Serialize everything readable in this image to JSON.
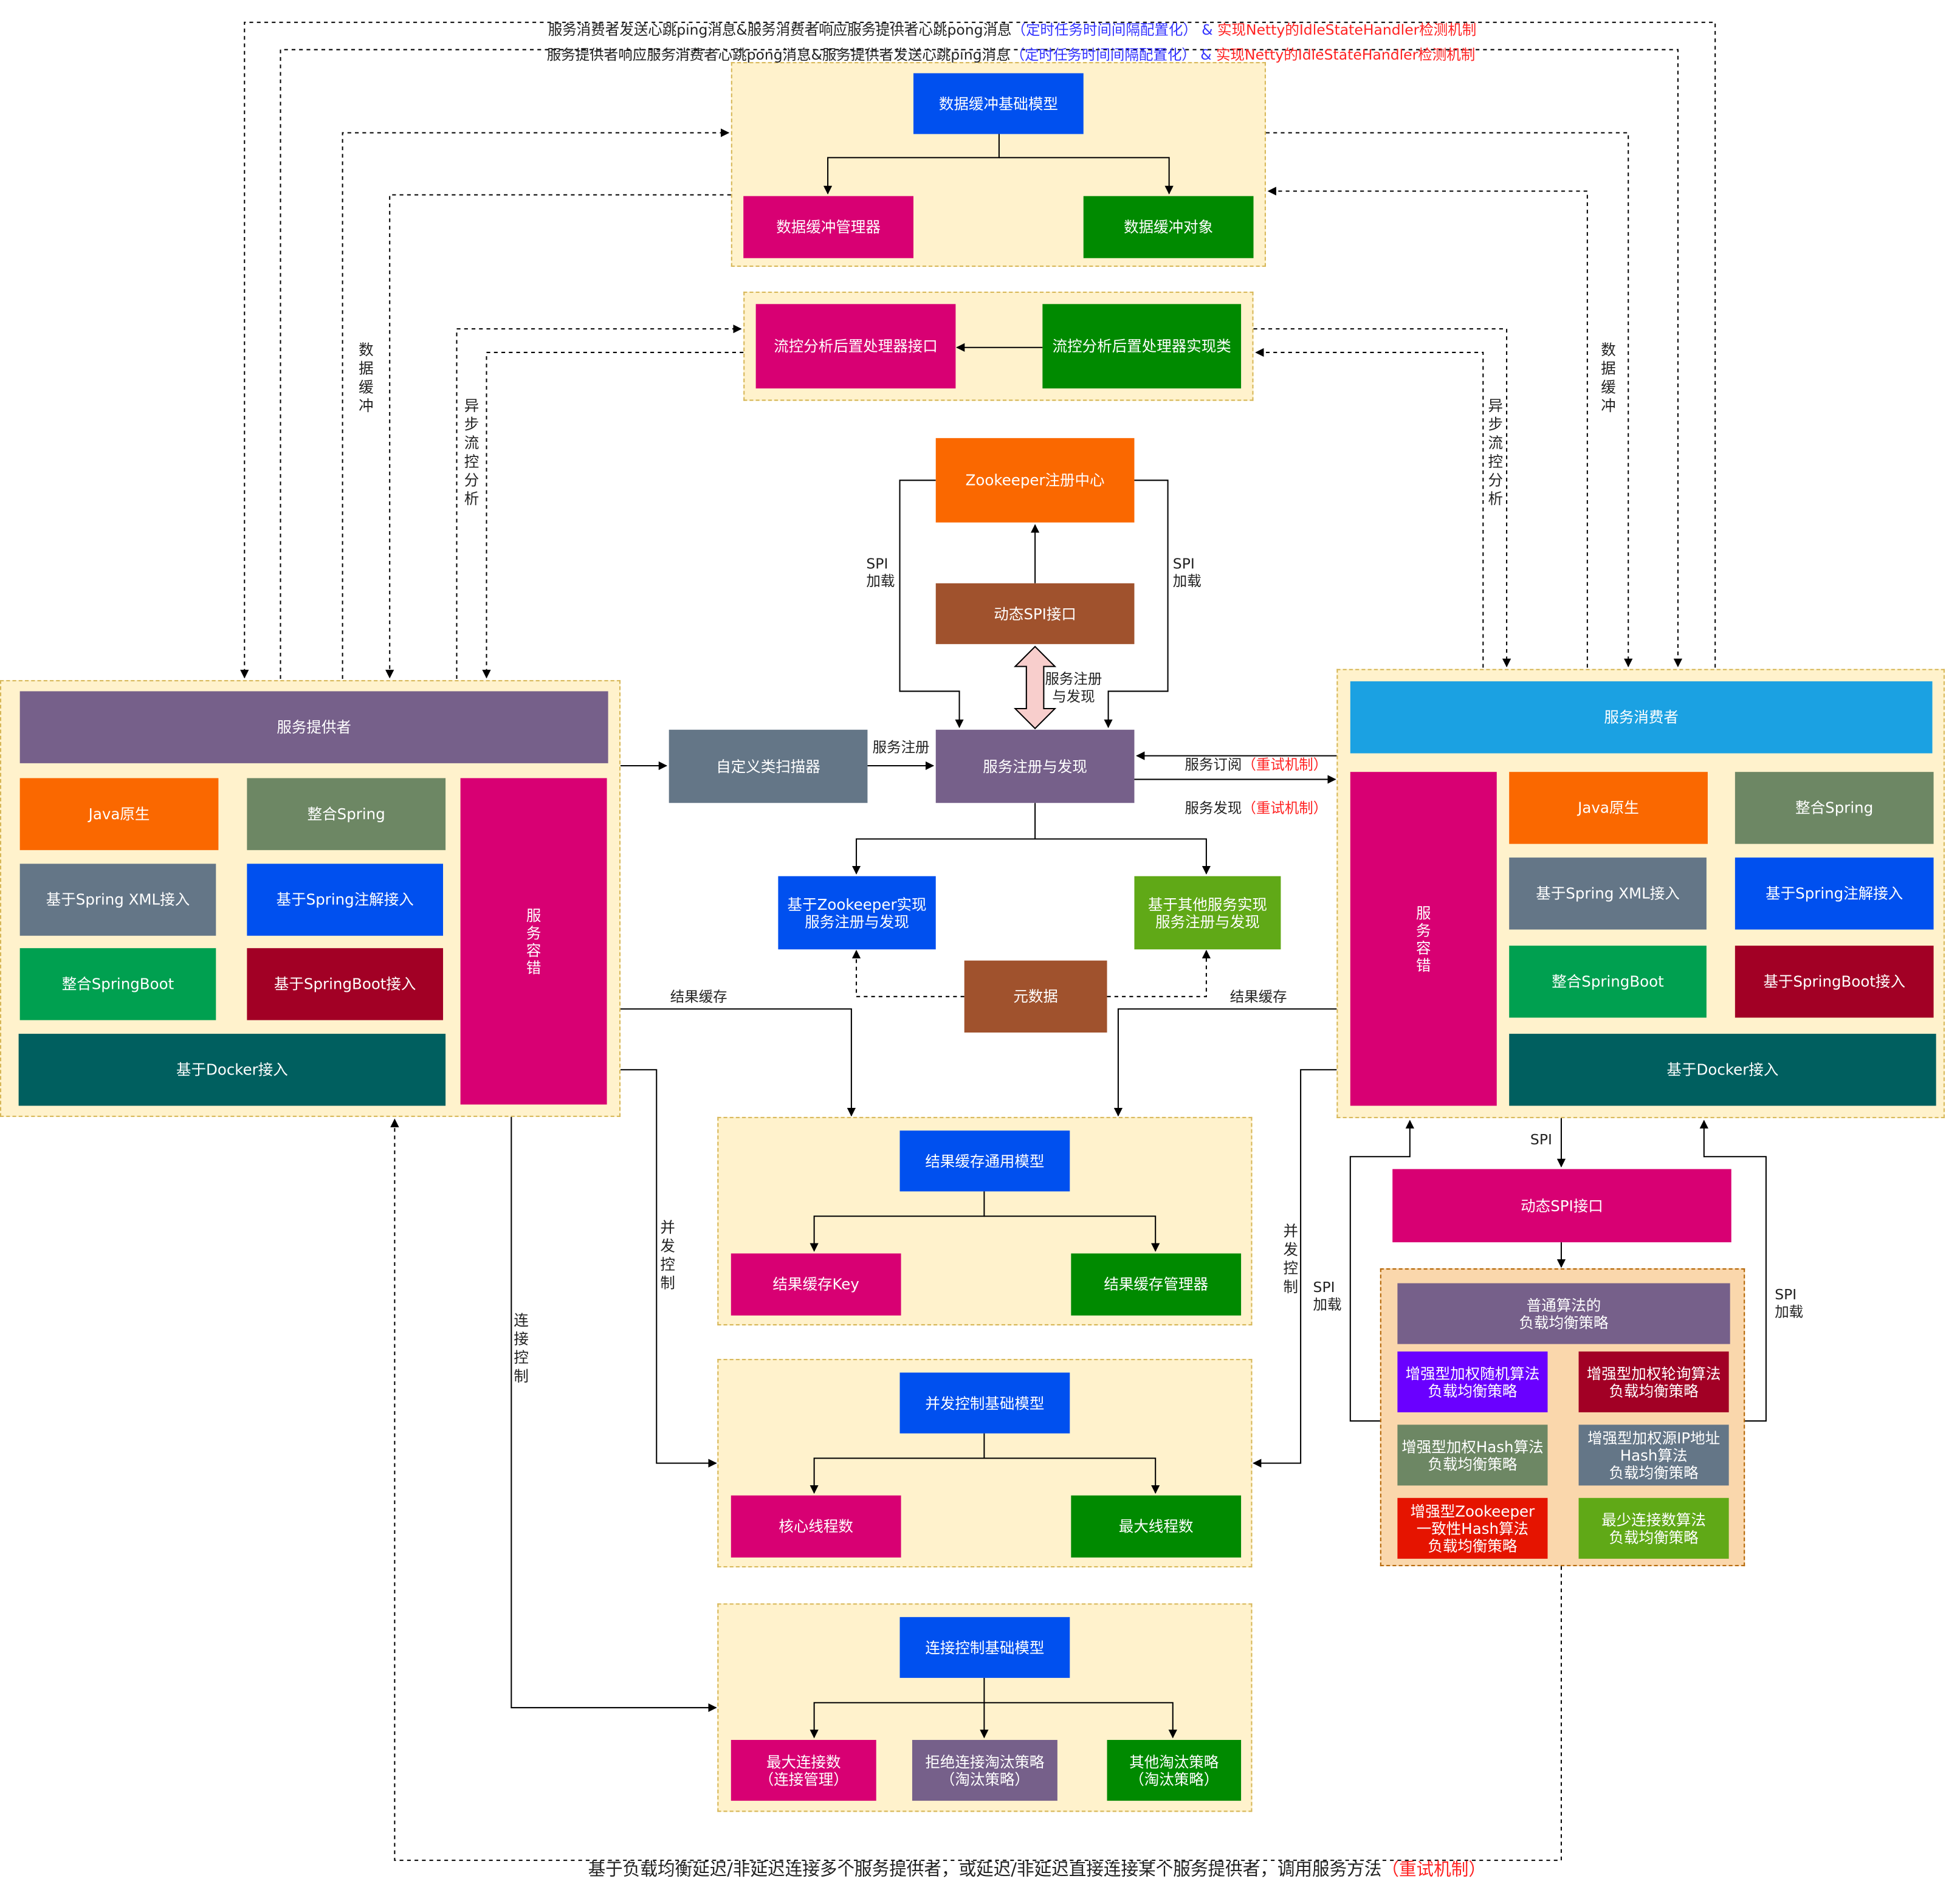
{
  "header": {
    "line1": {
      "main": "服务消费者发送心跳ping消息&服务消费者响应服务提供者心跳pong消息",
      "blue": "（定时任务时间间隔配置化）",
      "amp": "&",
      "red": "实现Netty的IdleStateHandler检测机制"
    },
    "line2": {
      "main": "服务提供者响应服务消费者心跳pong消息&服务提供者发送心跳ping消息",
      "blue": "（定时任务时间间隔配置化）",
      "amp": "&",
      "red": "实现Netty的IdleStateHandler检测机制"
    }
  },
  "data_buffer": {
    "model": "数据缓冲基础模型",
    "manager": "数据缓冲管理器",
    "object": "数据缓冲对象"
  },
  "flow_control": {
    "interface": "流控分析后置处理器接口",
    "impl": "流控分析后置处理器实现类"
  },
  "registry": {
    "zookeeper": "Zookeeper注册中心",
    "dynamic_spi": "动态SPI接口",
    "discovery": "服务注册与发现",
    "scanner": "自定义类扫描器",
    "zk_impl": "基于Zookeeper实现\n服务注册与发现",
    "other_impl": "基于其他服务实现\n服务注册与发现",
    "metadata": "元数据"
  },
  "provider": {
    "title": "服务提供者",
    "fault_tolerance": "服\n务\n容\n错",
    "items": [
      "Java原生",
      "整合Spring",
      "基于Spring XML接入",
      "基于Spring注解接入",
      "整合SpringBoot",
      "基于SpringBoot接入",
      "基于Docker接入"
    ]
  },
  "consumer": {
    "title": "服务消费者",
    "fault_tolerance": "服\n务\n容\n错",
    "items": [
      "Java原生",
      "整合Spring",
      "基于Spring XML接入",
      "基于Spring注解接入",
      "整合SpringBoot",
      "基于SpringBoot接入",
      "基于Docker接入"
    ]
  },
  "result_cache": {
    "model": "结果缓存通用模型",
    "key": "结果缓存Key",
    "manager": "结果缓存管理器"
  },
  "concurrency": {
    "model": "并发控制基础模型",
    "core": "核心线程数",
    "max": "最大线程数"
  },
  "connection": {
    "model": "连接控制基础模型",
    "max": "最大连接数\n（连接管理）",
    "reject": "拒绝连接淘汰策略\n（淘汰策略）",
    "other": "其他淘汰策略\n（淘汰策略）"
  },
  "load_balance": {
    "spi": "动态SPI接口",
    "normal": "普通算法的\n负载均衡策略",
    "strategies": [
      "增强型加权随机算法\n负载均衡策略",
      "增强型加权轮询算法\n负载均衡策略",
      "增强型加权Hash算法\n负载均衡策略",
      "增强型加权源IP地址\nHash算法\n负载均衡策略",
      "增强型Zookeeper\n一致性Hash算法\n负载均衡策略",
      "最少连接数算法\n负载均衡策略"
    ]
  },
  "labels": {
    "data_buffer": "数\n据\n缓\n冲",
    "async_flow": "异\n步\n流\n控\n分\n析",
    "spi_load": "SPI\n加载",
    "spi": "SPI",
    "register_discover": "服务注册\n与发现",
    "service_register": "服务注册",
    "subscribe": "服务订阅",
    "discover": "服务发现",
    "retry": "（重试机制）",
    "result_cache": "结果缓存",
    "concurrency": "并\n发\n控\n制",
    "connection": "连\n接\n控\n制",
    "footer_main": "基于负载均衡延迟/非延迟连接多个服务提供者，或延迟/非延迟直接连接某个服务提供者，调用服务方法",
    "footer_red": "（重试机制）"
  },
  "colors": {
    "purple": "#76608a",
    "blue": "#0050ef",
    "magenta": "#d80073",
    "green": "#008a00",
    "orange": "#fa6800",
    "brown": "#a0522d",
    "slate": "#647687",
    "olive": "#6d8764",
    "emerald": "#00a050",
    "crimson": "#a20025",
    "teal": "#005f5f",
    "cyan": "#1ba1e2",
    "violet": "#6a00ff",
    "red": "#e51400",
    "lime": "#60a917",
    "peach": "#f8cecc"
  }
}
